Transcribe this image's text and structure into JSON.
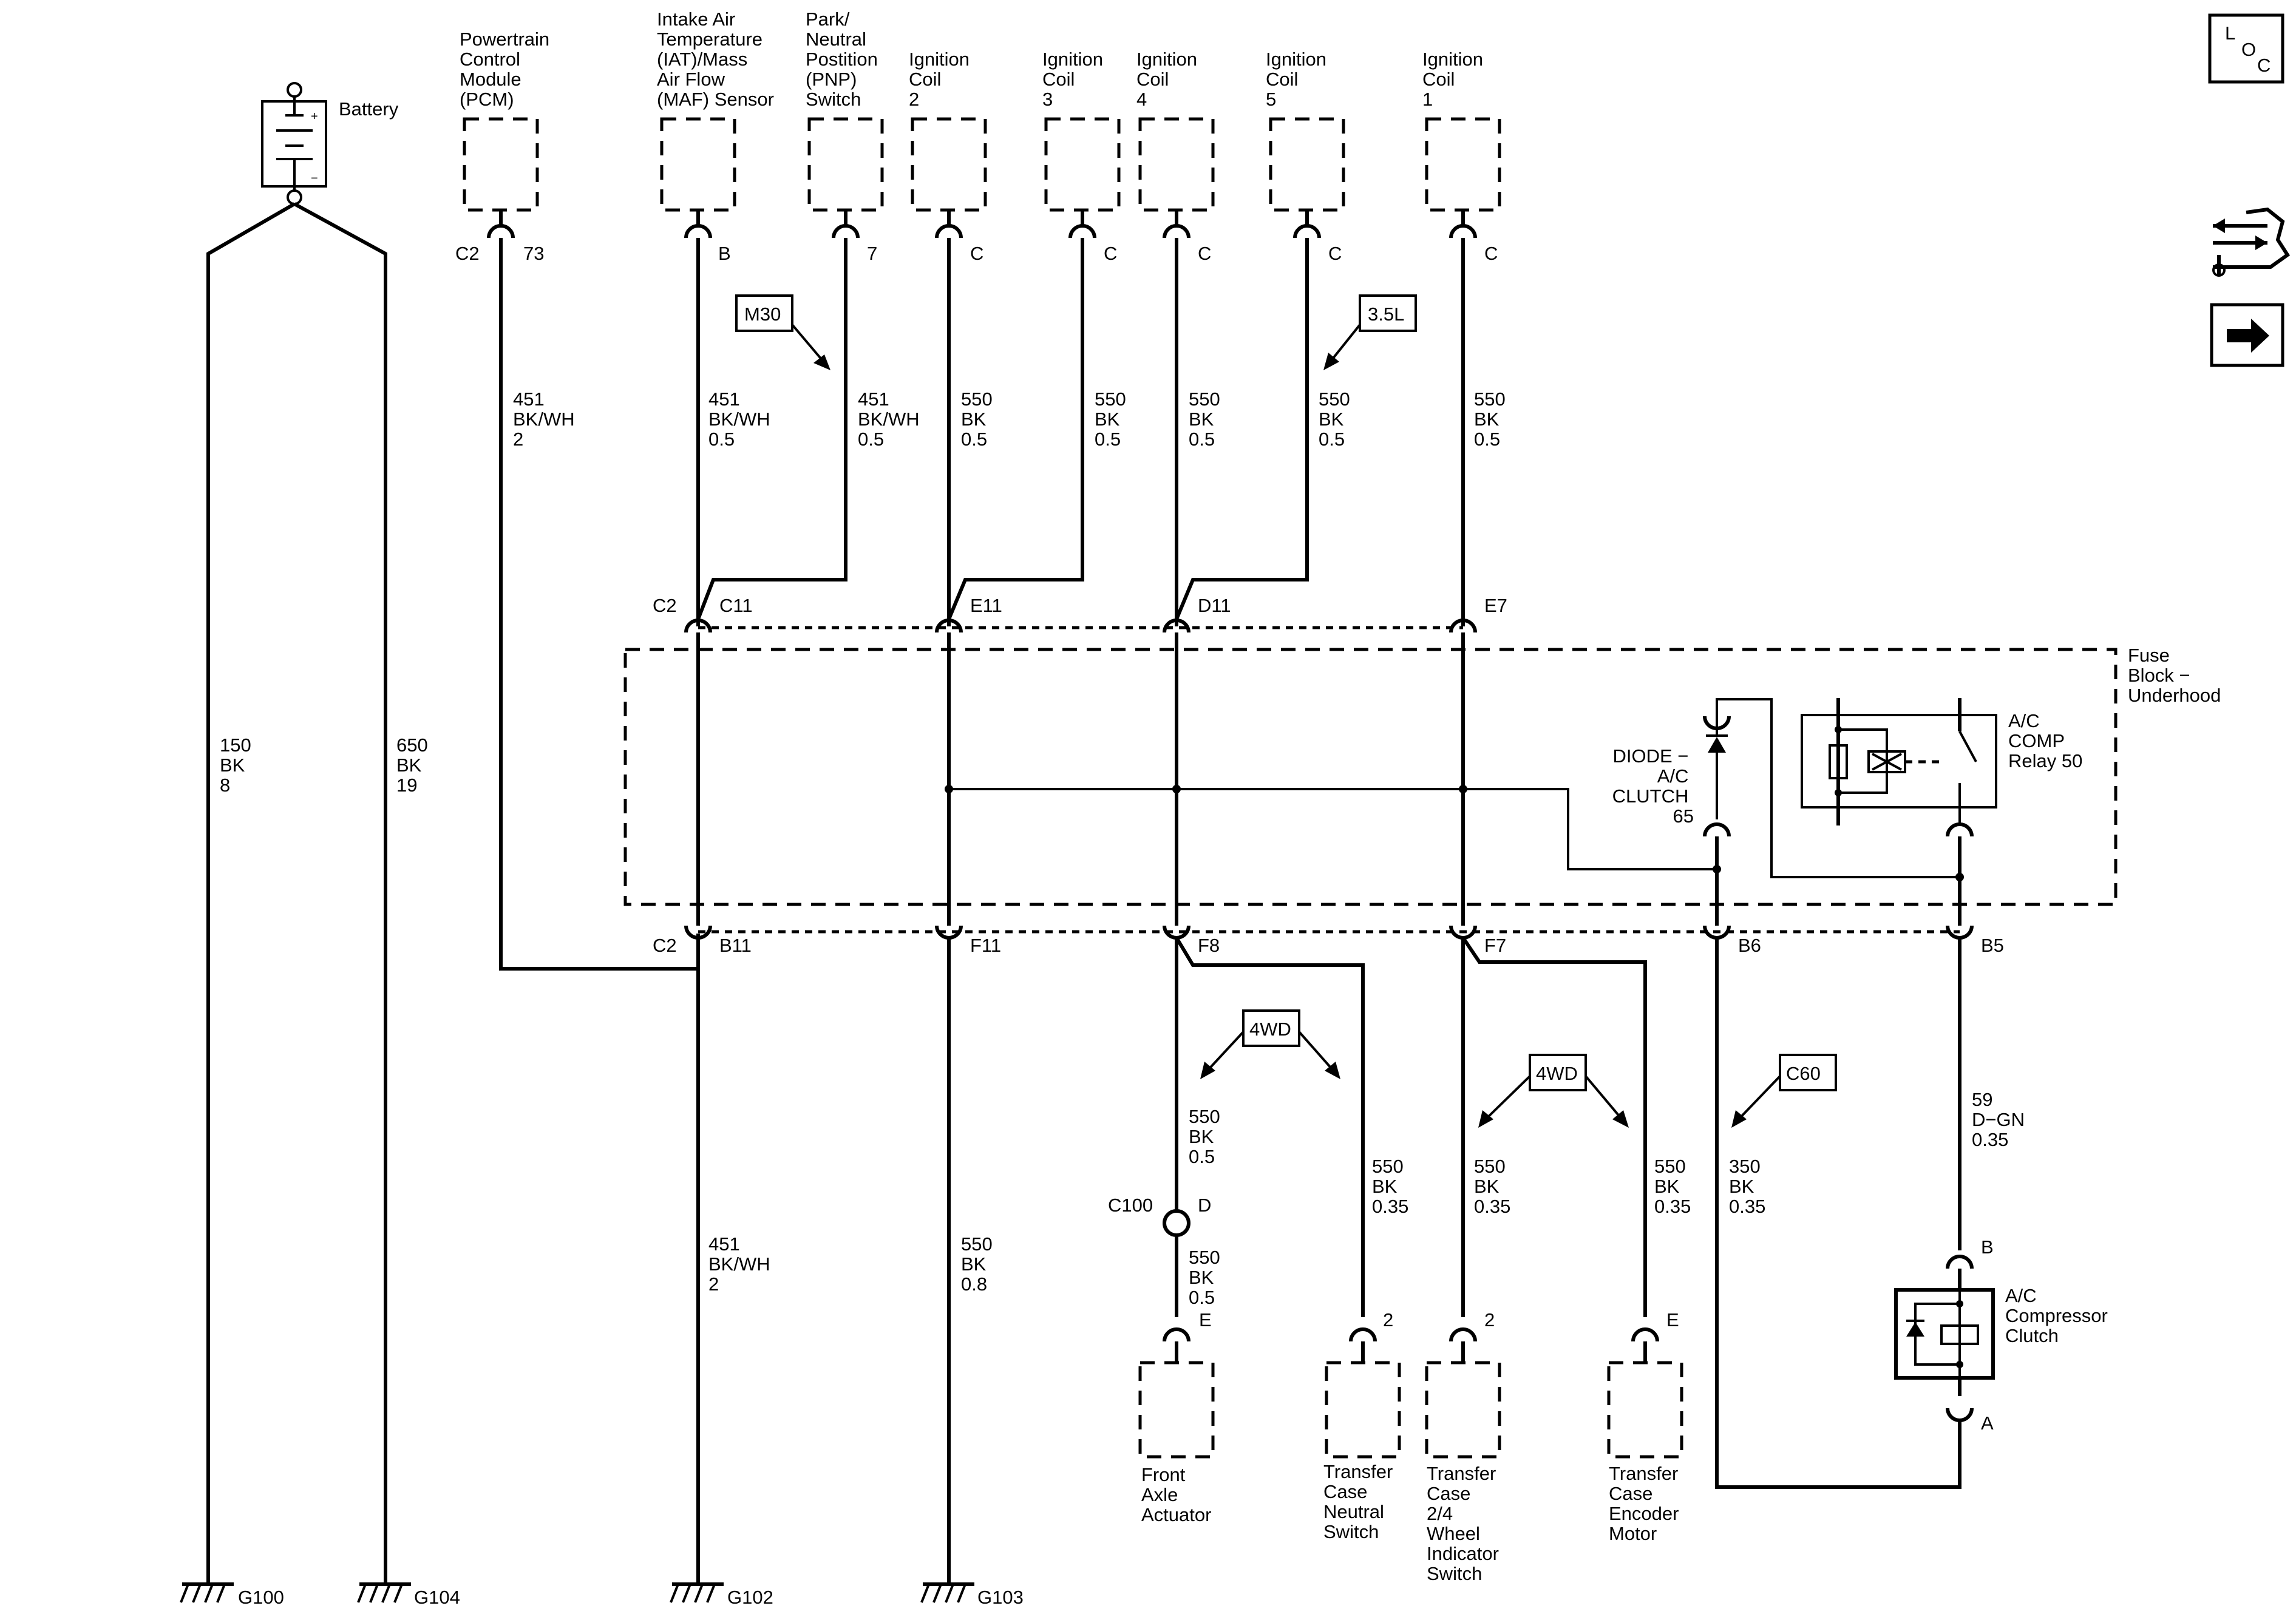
{
  "battery": {
    "label": "Battery",
    "plus": "+",
    "minus": "−"
  },
  "top_components": {
    "pcm": [
      "Powertrain",
      "Control",
      "Module",
      "(PCM)"
    ],
    "iat": [
      "Intake Air",
      "Temperature",
      "(IAT)/Mass",
      "Air Flow",
      "(MAF) Sensor"
    ],
    "pnp": [
      "Park/",
      "Neutral",
      "Postition",
      "(PNP)",
      "Switch"
    ],
    "coil2": [
      "Ignition",
      "Coil",
      "2"
    ],
    "coil3": [
      "Ignition",
      "Coil",
      "3"
    ],
    "coil4": [
      "Ignition",
      "Coil",
      "4"
    ],
    "coil5": [
      "Ignition",
      "Coil",
      "5"
    ],
    "coil1": [
      "Ignition",
      "Coil",
      "1"
    ]
  },
  "top_pins": {
    "pcm_conn": "C2",
    "pcm": "73",
    "iat": "B",
    "pnp": "7",
    "coil2": "C",
    "coil3": "C",
    "coil4": "C",
    "coil5": "C",
    "coil1": "C"
  },
  "options": {
    "m30": "M30",
    "l35": "3.5L",
    "wd1": "4WD",
    "wd2": "4WD",
    "c60": "C60"
  },
  "wires": {
    "pcm": [
      "451",
      "BK/WH",
      "2"
    ],
    "iat": [
      "451",
      "BK/WH",
      "0.5"
    ],
    "pnp": [
      "451",
      "BK/WH",
      "0.5"
    ],
    "coil2": [
      "550",
      "BK",
      "0.5"
    ],
    "coil3": [
      "550",
      "BK",
      "0.5"
    ],
    "coil4": [
      "550",
      "BK",
      "0.5"
    ],
    "coil5": [
      "550",
      "BK",
      "0.5"
    ],
    "coil1": [
      "550",
      "BK",
      "0.5"
    ],
    "g100": [
      "150",
      "BK",
      "8"
    ],
    "g104": [
      "650",
      "BK",
      "19"
    ],
    "g102": [
      "451",
      "BK/WH",
      "2"
    ],
    "g103": [
      "550",
      "BK",
      "0.8"
    ],
    "fa_upper": [
      "550",
      "BK",
      "0.5"
    ],
    "fa_lower": [
      "550",
      "BK",
      "0.5"
    ],
    "tcn": [
      "550",
      "BK",
      "0.35"
    ],
    "tc24": [
      "550",
      "BK",
      "0.35"
    ],
    "tce": [
      "550",
      "BK",
      "0.35"
    ],
    "c60": [
      "350",
      "BK",
      "0.35"
    ],
    "acc": [
      "59",
      "D−GN",
      "0.35"
    ]
  },
  "fuse_block": {
    "label": [
      "Fuse",
      "Block −",
      "Underhood"
    ],
    "top_conn": "C2",
    "top_pins": [
      "C11",
      "E11",
      "D11",
      "E7"
    ],
    "bottom_conn": "C2",
    "bottom_pins": [
      "B11",
      "F11",
      "F8",
      "F7",
      "B6",
      "B5"
    ]
  },
  "diode": [
    "DIODE −",
    "A/C",
    "CLUTCH",
    "65"
  ],
  "relay": [
    "A/C",
    "COMP",
    "Relay 50"
  ],
  "c100": {
    "conn": "C100",
    "pin": "D"
  },
  "bottom_pins": {
    "fa": "E",
    "tcn": "2",
    "tc24": "2",
    "tce": "E",
    "acc_b": "B",
    "acc_a": "A"
  },
  "bottom_components": {
    "fa": [
      "Front",
      "Axle",
      "Actuator"
    ],
    "tcn": [
      "Transfer",
      "Case",
      "Neutral",
      "Switch"
    ],
    "tc24": [
      "Transfer",
      "Case",
      "2/4",
      "Wheel",
      "Indicator",
      "Switch"
    ],
    "tce": [
      "Transfer",
      "Case",
      "Encoder",
      "Motor"
    ],
    "acc": [
      "A/C",
      "Compressor",
      "Clutch"
    ]
  },
  "grounds": {
    "g100": "G100",
    "g104": "G104",
    "g102": "G102",
    "g103": "G103"
  },
  "nav": {
    "loc_l": "L",
    "loc_o": "O",
    "loc_c": "C"
  }
}
